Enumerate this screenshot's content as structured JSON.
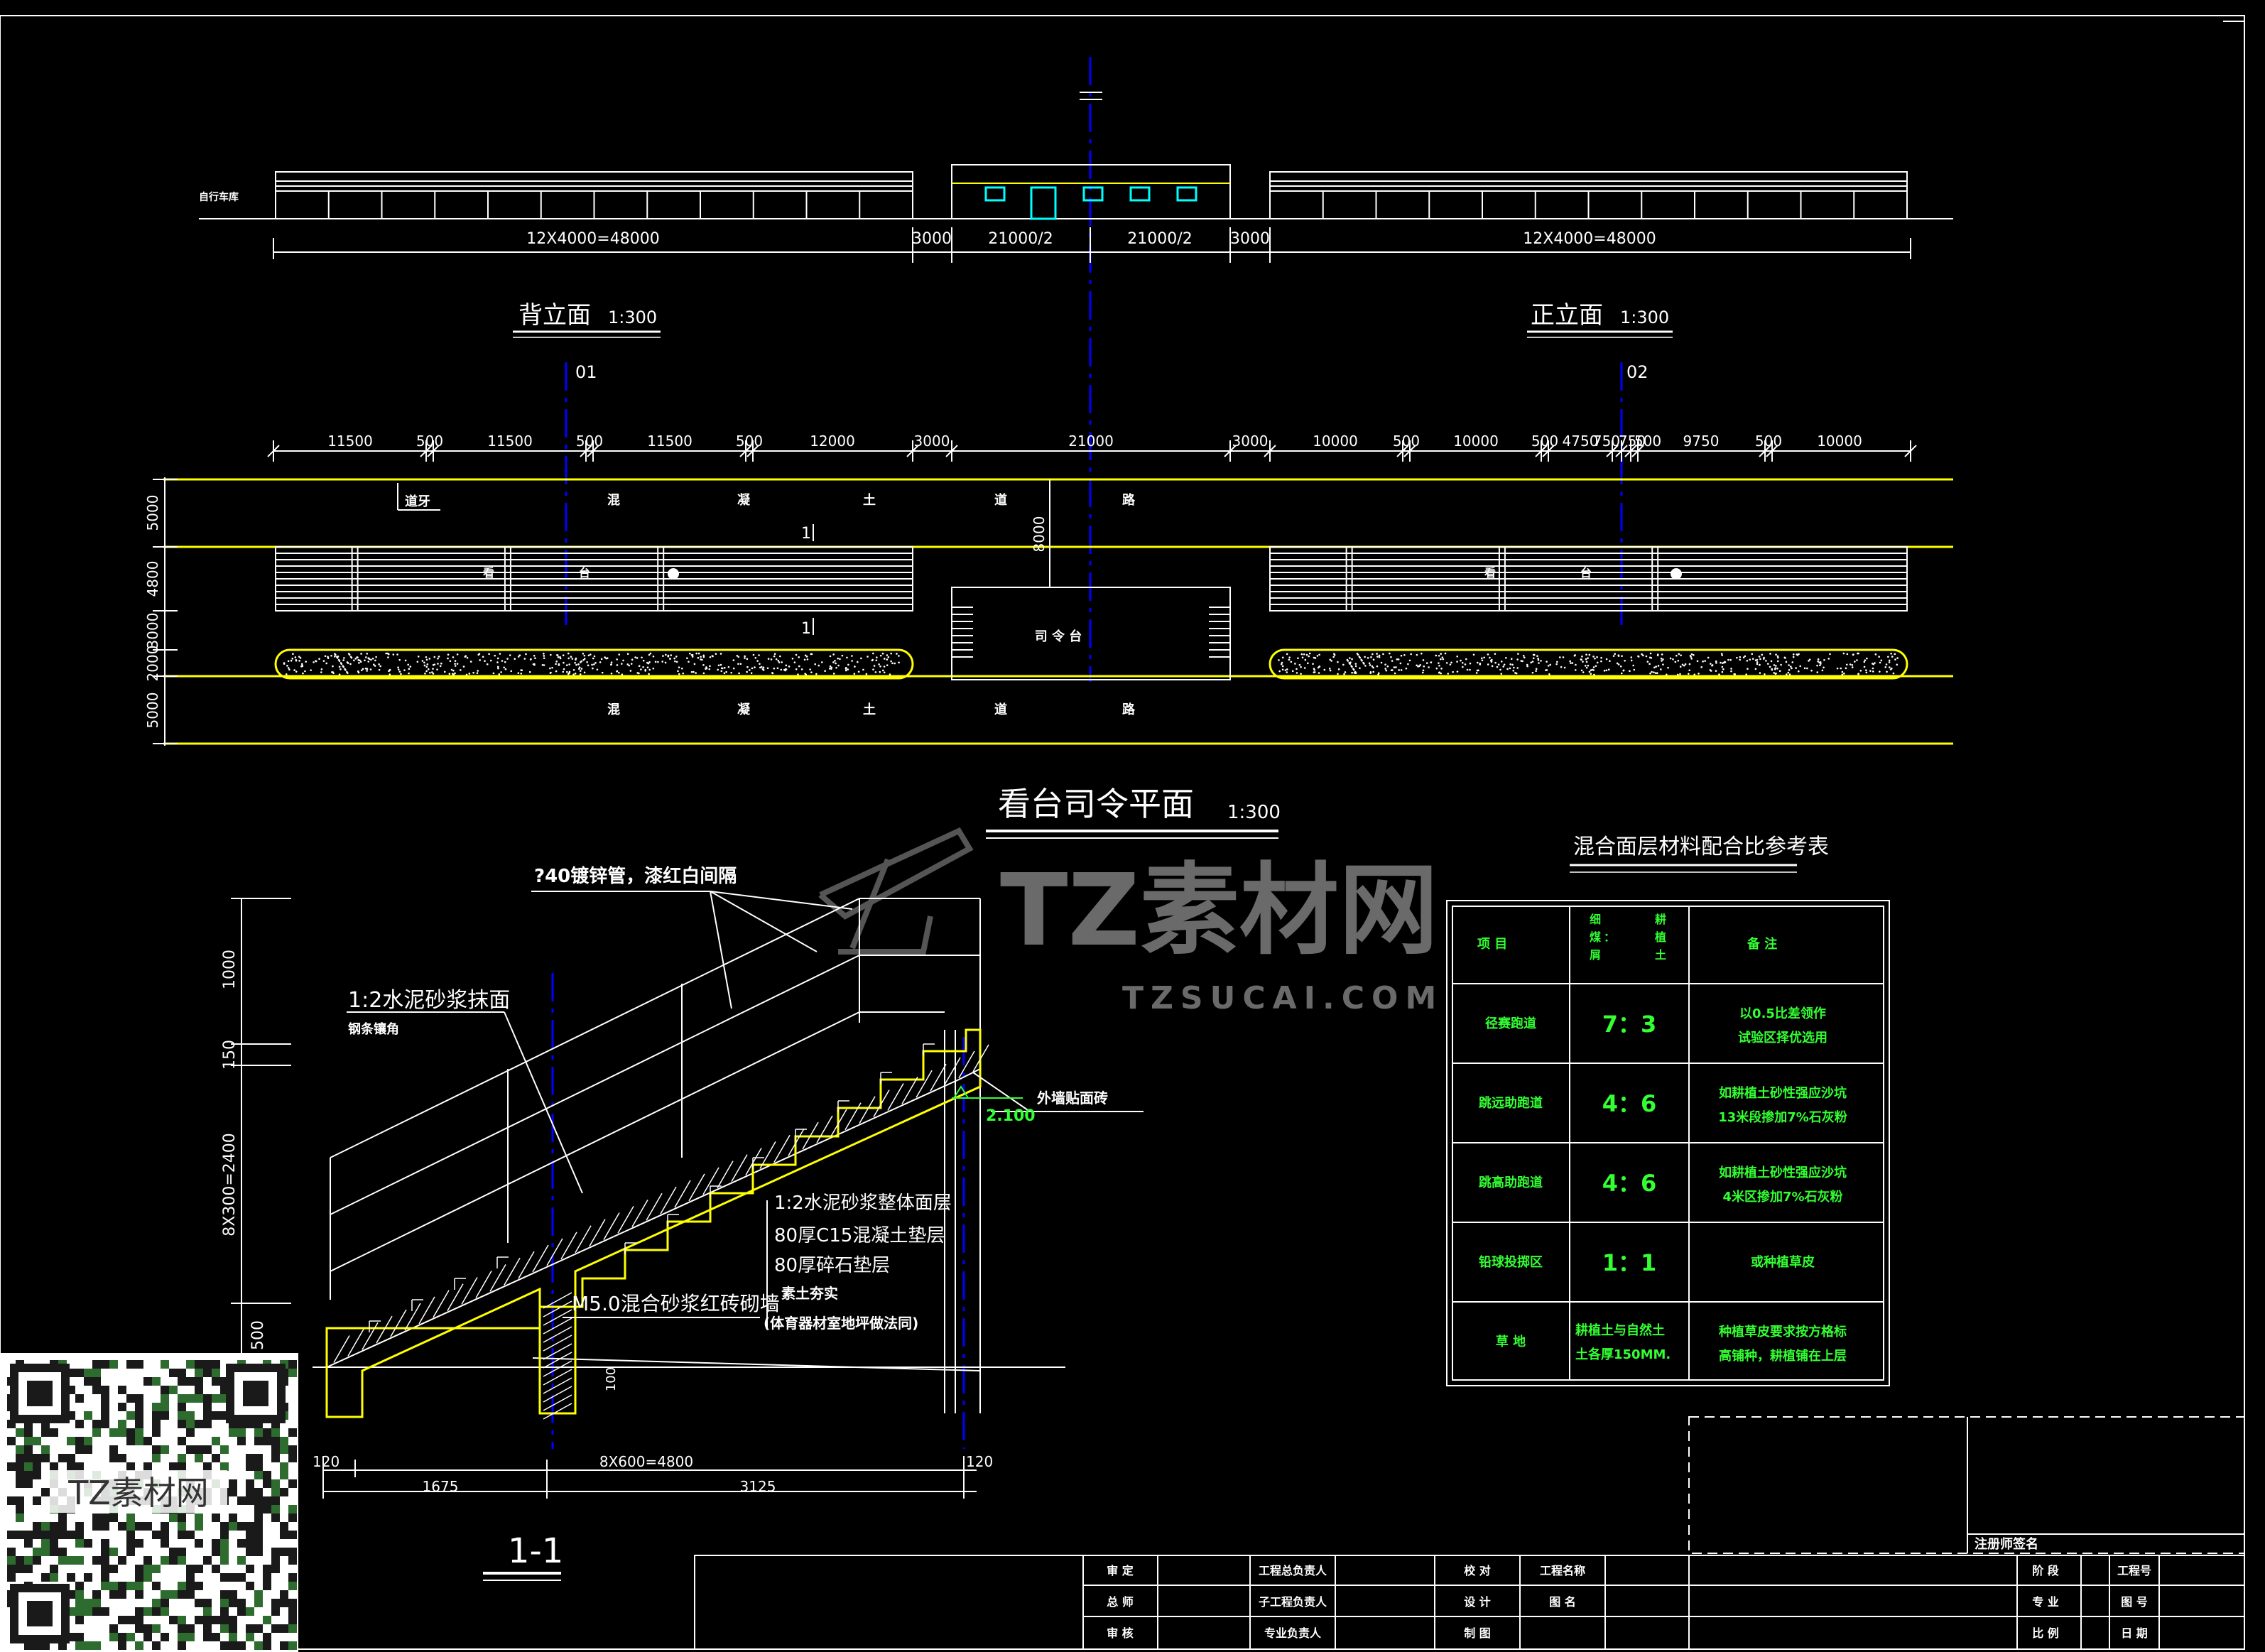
{
  "drawing": {
    "elevation_back": {
      "title": "背立面",
      "scale": "1:300"
    },
    "elevation_front": {
      "title": "正立面",
      "scale": "1:300"
    },
    "elevation_note": "自行车库",
    "elevation_dims": [
      "12X4000=48000",
      "3000",
      "21000/2",
      "21000/2",
      "3000",
      "12X4000=48000"
    ],
    "axis_labels": [
      "01",
      "02"
    ],
    "plan": {
      "title": "看台司令平面",
      "scale": "1:300"
    },
    "plan_top_dims": [
      "11500",
      "500",
      "11500",
      "500",
      "11500",
      "500",
      "12000",
      "3000",
      "21000",
      "3000",
      "10000",
      "500",
      "10000",
      "500",
      "4750",
      "750",
      "750",
      "500",
      "9750",
      "500",
      "10000"
    ],
    "plan_side_dims": [
      "5000",
      "4800",
      "3000",
      "2000",
      "5000"
    ],
    "plan_center_dim": "8000",
    "plan_road_label_top": [
      "混",
      "凝",
      "土",
      "道",
      "路"
    ],
    "plan_road_label_bottom": [
      "混",
      "凝",
      "土",
      "道",
      "路"
    ],
    "plan_curb_label": "道牙",
    "plan_stand_label_left": [
      "看",
      "台"
    ],
    "plan_stand_label_right": [
      "看",
      "台"
    ],
    "plan_podium_label": "司 令 台",
    "plan_section_mark": "1",
    "section": {
      "title": "1-1",
      "rail_note": "?40镀锌管，漆红白间隔",
      "finish_note_1": "1:2水泥砂浆抹面",
      "finish_note_2": "钢条镶角",
      "wall_note": "外墙贴面砖",
      "elevation_mark": "2.100",
      "layers": [
        "1:2水泥砂浆整体面层",
        "80厚C15混凝土垫层",
        "80厚碎石垫层",
        "素土夯实",
        "(体育器材室地坪做法同)"
      ],
      "wall_mortar_note": "M5.0混合砂浆红砖砌墙",
      "dims_left": [
        "1000",
        "150",
        "8X300=2400",
        "500"
      ],
      "dims_bottom_top": [
        "120",
        "8X600=4800",
        "120"
      ],
      "dims_bottom_bottom": [
        "1675",
        "3125"
      ],
      "dim_100": "100"
    },
    "mix_table": {
      "title": "混合面层材料配合比参考表",
      "header": [
        "项 目",
        "细 煤 屑 ： 耕 植 土",
        "备 注"
      ],
      "rows": [
        [
          "径赛跑道",
          "7：3",
          "以0.5比差领作",
          "试验区择优选用"
        ],
        [
          "跳远助跑道",
          "4：6",
          "如耕植土砂性强应沙坑",
          "13米段掺加7%石灰粉"
        ],
        [
          "跳高助跑道",
          "4：6",
          "如耕植土砂性强应沙坑",
          "4米区掺加7%石灰粉"
        ],
        [
          "铅球投掷区",
          "1：1",
          "或种植草皮",
          ""
        ],
        [
          "草 地",
          "耕植土与自然土 土各厚150MM.",
          "种植草皮要求按方格标",
          "高铺种，耕植铺在上层"
        ]
      ]
    },
    "watermark": {
      "brand": "TZ素材网",
      "url": "TZSUCAI.COM",
      "qr_label": "TZ素材网"
    },
    "title_block": {
      "stamp": "注册师签名",
      "row1": [
        "审 定",
        "工程总负责人",
        "校 对",
        "工程名称",
        "阶 段",
        "工程号"
      ],
      "row2": [
        "总 师",
        "子工程负责人",
        "设 计",
        "图 名",
        "专 业",
        "图 号"
      ],
      "row3": [
        "审 核",
        "专业负责人",
        "制 图",
        "",
        "比 例",
        "日 期"
      ]
    },
    "colors": {
      "line": "#ffffff",
      "axis": "#0000ff",
      "road": "#ffff00",
      "text_green": "#33ff33",
      "window": "#00ffff"
    }
  }
}
